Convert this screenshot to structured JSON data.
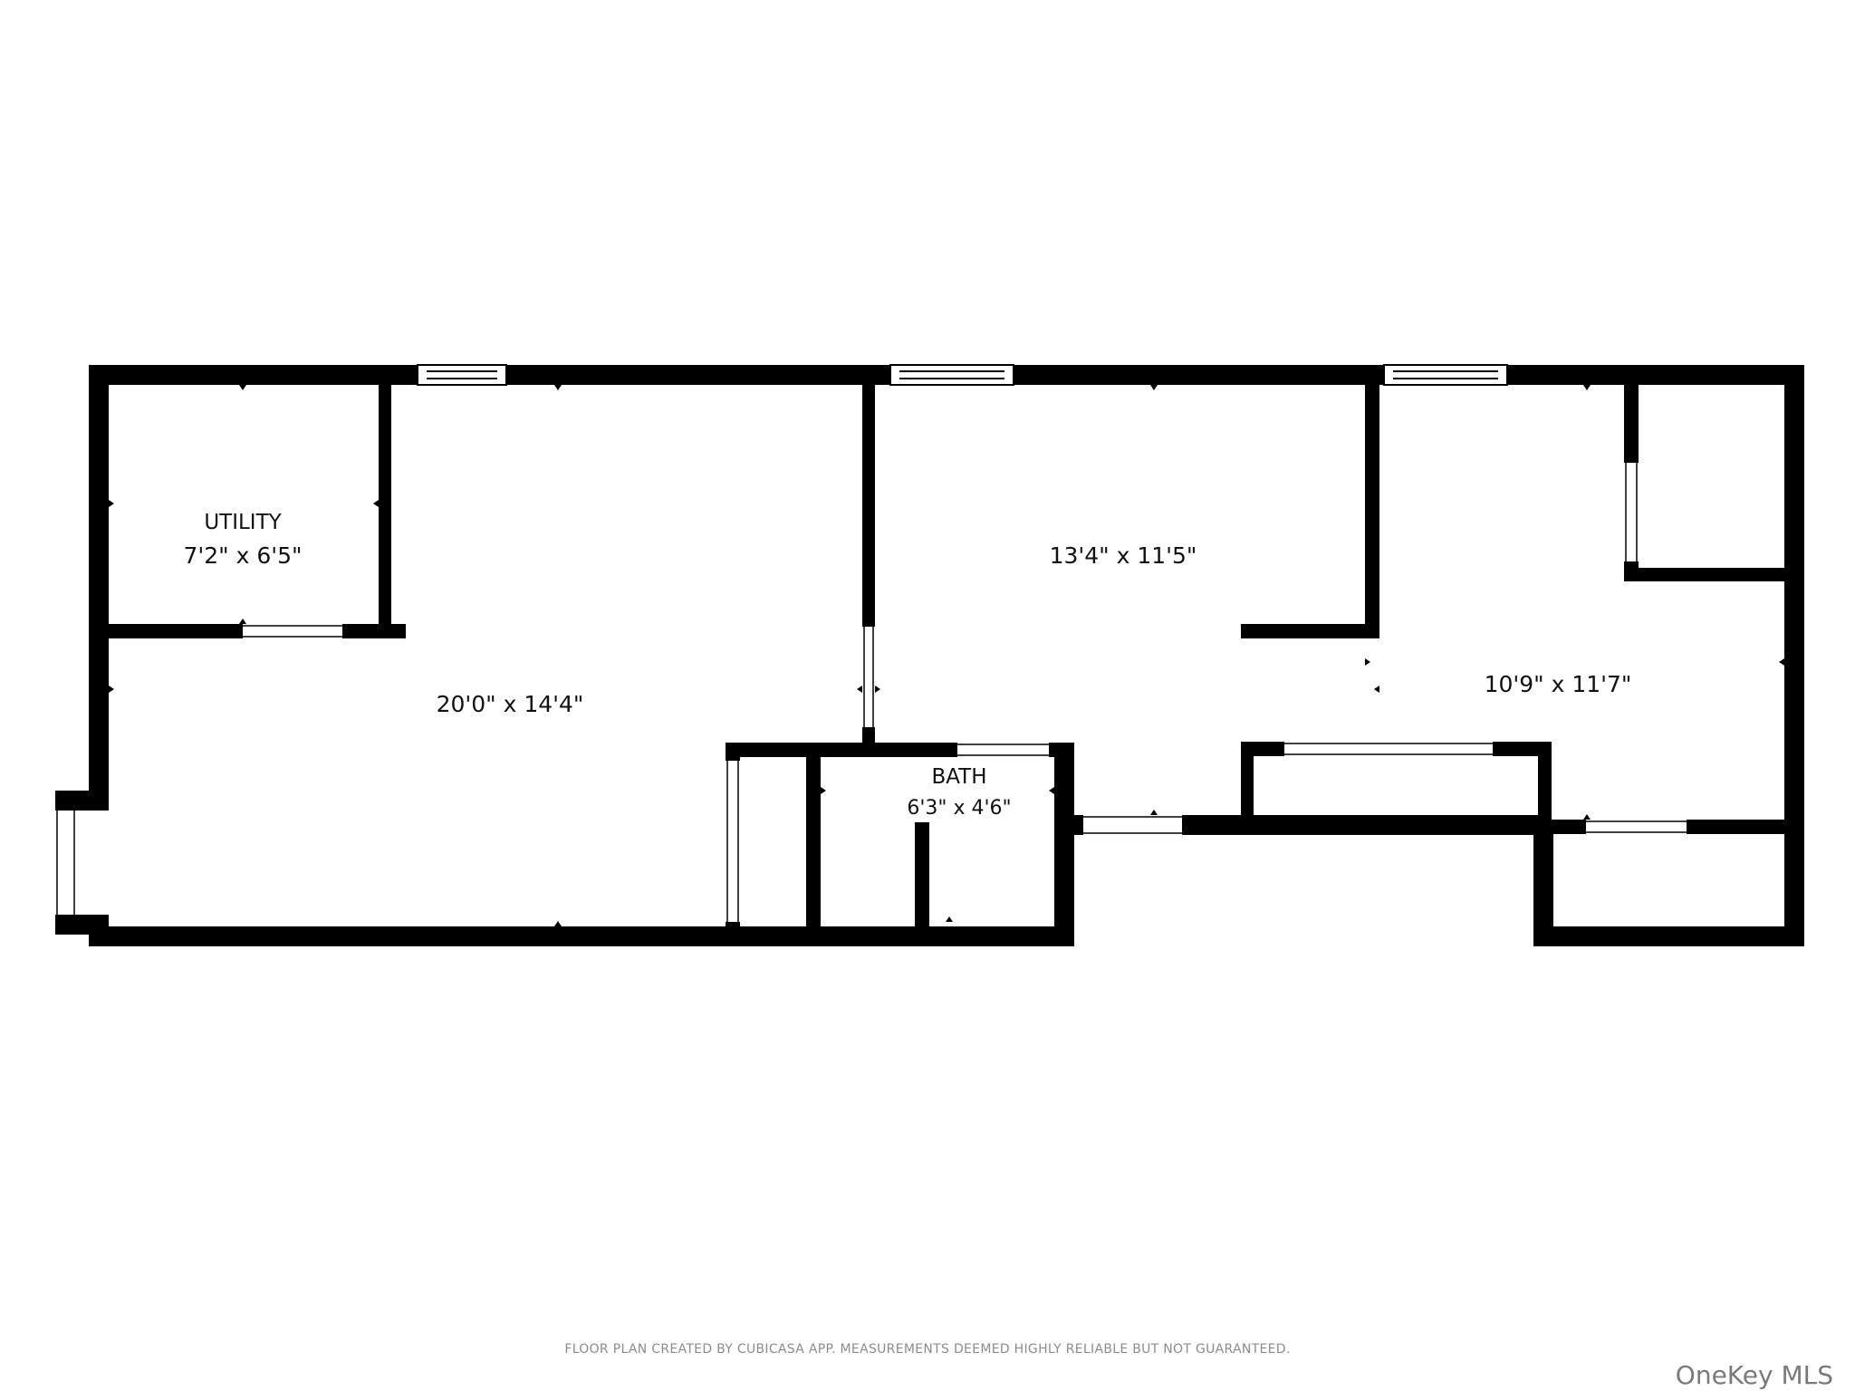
{
  "rooms": {
    "utility": {
      "name": "UTILITY",
      "dimensions": "7'2\" x 6'5\""
    },
    "main_room": {
      "name": "",
      "dimensions": "20'0\" x 14'4\""
    },
    "middle_room": {
      "name": "",
      "dimensions": "13'4\" x 11'5\""
    },
    "right_room": {
      "name": "",
      "dimensions": "10'9\" x 11'7\""
    },
    "bath": {
      "name": "BATH",
      "dimensions": "6'3\" x 4'6\""
    }
  },
  "footer": {
    "disclaimer": "FLOOR PLAN CREATED BY CUBICASA APP. MEASUREMENTS DEEMED HIGHLY RELIABLE BUT NOT GUARANTEED.",
    "watermark": "OneKey MLS"
  },
  "colors": {
    "walls": "#000000",
    "background": "#ffffff",
    "footer_text": "#8c8c8c"
  }
}
